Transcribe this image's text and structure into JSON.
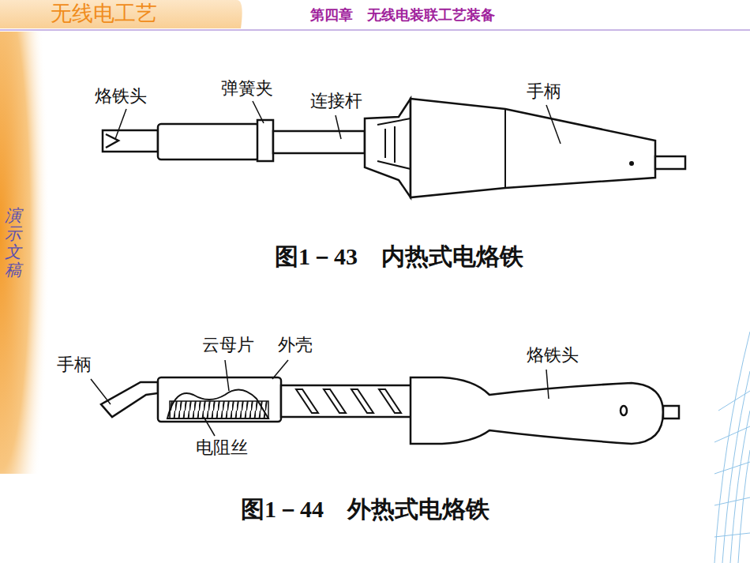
{
  "diagram": {
    "title": "第四章　无线电装联工艺装备",
    "labels": [
      "无线电工艺",
      "演示文稿",
      "烙铁头",
      "弹簧夹",
      "连接杆",
      "手柄",
      "图1－43　内热式电烙铁",
      "云母片",
      "外壳",
      "烙铁头",
      "手柄",
      "电阻丝",
      "图1－44　外热式电烙铁"
    ]
  }
}
